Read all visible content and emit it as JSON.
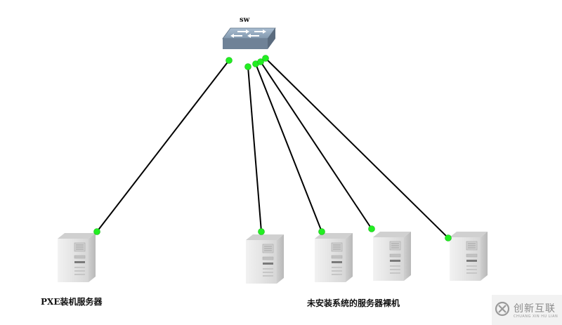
{
  "labels": {
    "switch": "sw",
    "pxe_server": "PXE装机服务器",
    "bare_servers": "未安装系统的服务器裸机"
  },
  "watermark": {
    "brand": "创新互联",
    "sub": "CHUANG XIN HU LIAN"
  },
  "nodes": {
    "switch": {
      "type": "network-switch",
      "label_key": "switch"
    },
    "servers": [
      {
        "id": "pxe-server",
        "role": "PXE装机服务器"
      },
      {
        "id": "bare-server-1",
        "role": "未安装系统的服务器裸机"
      },
      {
        "id": "bare-server-2",
        "role": "未安装系统的服务器裸机"
      },
      {
        "id": "bare-server-3",
        "role": "未安装系统的服务器裸机"
      },
      {
        "id": "bare-server-4",
        "role": "未安装系统的服务器裸机"
      }
    ]
  },
  "links": [
    {
      "from": "switch",
      "to": "pxe-server"
    },
    {
      "from": "switch",
      "to": "bare-server-1"
    },
    {
      "from": "switch",
      "to": "bare-server-2"
    },
    {
      "from": "switch",
      "to": "bare-server-3"
    },
    {
      "from": "switch",
      "to": "bare-server-4"
    }
  ],
  "colors": {
    "link": "#000000",
    "port_dot": "#22ee22",
    "switch_top": "#8ea4bc",
    "switch_front": "#6f8297",
    "server_body": "#e4e4e4",
    "server_shade": "#c4c4c4"
  }
}
